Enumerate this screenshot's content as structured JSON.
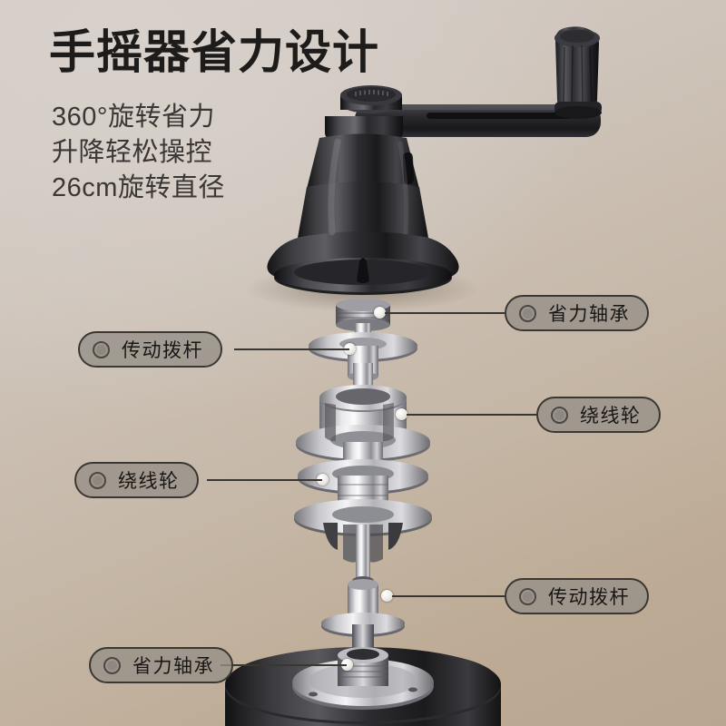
{
  "page": {
    "headline": "手摇器省力设计",
    "background_top_color": "#d5cec8",
    "background_bottom_color": "#bdab95"
  },
  "features": [
    {
      "text": "360°旋转省力"
    },
    {
      "text": "升降轻松操控"
    },
    {
      "text": "26cm旋转直径"
    }
  ],
  "callouts": [
    {
      "id": "bearing-top",
      "label": "省力轴承",
      "side": "right"
    },
    {
      "id": "lever-top",
      "label": "传动拨杆",
      "side": "left"
    },
    {
      "id": "spool-right",
      "label": "绕线轮",
      "side": "right"
    },
    {
      "id": "spool-left",
      "label": "绕线轮",
      "side": "left"
    },
    {
      "id": "lever-bottom",
      "label": "传动拨杆",
      "side": "right"
    },
    {
      "id": "bearing-bottom",
      "label": "省力轴承",
      "side": "left"
    }
  ],
  "product": {
    "name": "手摇器",
    "parts": [
      "摇柄握把",
      "摇臂",
      "黑色机身",
      "螺纹轴套",
      "绕线轮组",
      "传动轴",
      "底座"
    ],
    "body_color": "#2a2a2c",
    "metal_color": "#c9c9cb"
  }
}
